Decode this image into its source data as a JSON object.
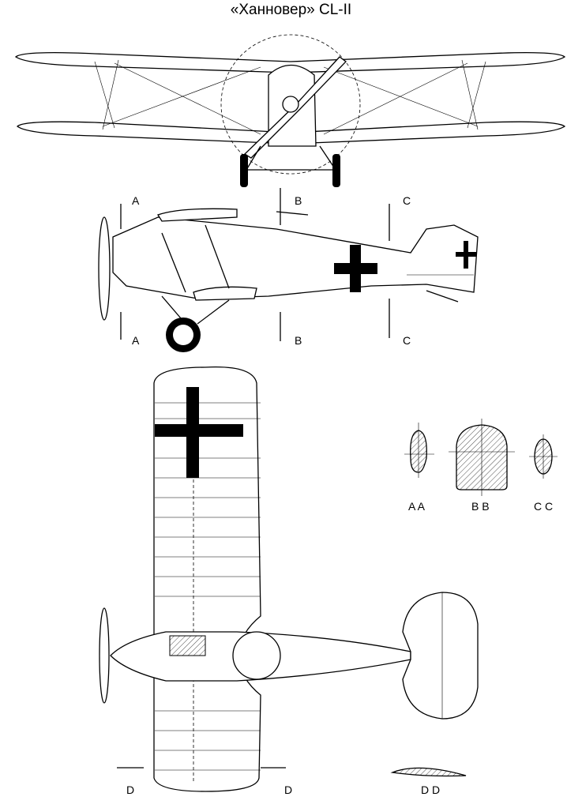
{
  "title": "«Ханновер» CL-II",
  "section_labels": {
    "side_top": [
      "A",
      "B",
      "C"
    ],
    "side_bottom": [
      "A",
      "B",
      "C"
    ],
    "cross_sections": [
      "A A",
      "B B",
      "C C"
    ],
    "plan": [
      "D",
      "D"
    ],
    "airfoil": "D D"
  }
}
